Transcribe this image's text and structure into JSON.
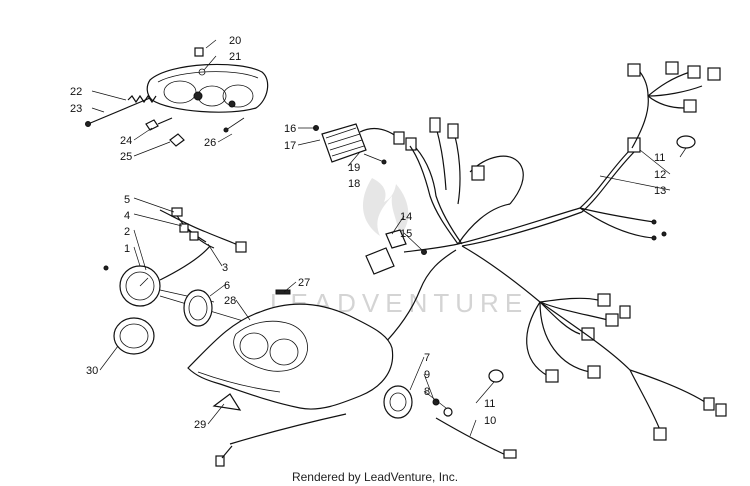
{
  "watermark": "LEADVENTURE",
  "footer": "Rendered by LeadVenture, Inc.",
  "callouts": [
    {
      "id": "1",
      "text": "1"
    },
    {
      "id": "2",
      "text": "2"
    },
    {
      "id": "3",
      "text": "3"
    },
    {
      "id": "4",
      "text": "4"
    },
    {
      "id": "5",
      "text": "5"
    },
    {
      "id": "6",
      "text": "6"
    },
    {
      "id": "7",
      "text": "7"
    },
    {
      "id": "8",
      "text": "8"
    },
    {
      "id": "9",
      "text": "9"
    },
    {
      "id": "10",
      "text": "10"
    },
    {
      "id": "11a",
      "text": "11"
    },
    {
      "id": "11b",
      "text": "11"
    },
    {
      "id": "12",
      "text": "12"
    },
    {
      "id": "13",
      "text": "13"
    },
    {
      "id": "14",
      "text": "14"
    },
    {
      "id": "15",
      "text": "15"
    },
    {
      "id": "16",
      "text": "16"
    },
    {
      "id": "17",
      "text": "17"
    },
    {
      "id": "18",
      "text": "18"
    },
    {
      "id": "19",
      "text": "19"
    },
    {
      "id": "20",
      "text": "20"
    },
    {
      "id": "21",
      "text": "21"
    },
    {
      "id": "22",
      "text": "22"
    },
    {
      "id": "23",
      "text": "23"
    },
    {
      "id": "24",
      "text": "24"
    },
    {
      "id": "25",
      "text": "25"
    },
    {
      "id": "26",
      "text": "26"
    },
    {
      "id": "27",
      "text": "27"
    },
    {
      "id": "28",
      "text": "28"
    },
    {
      "id": "29",
      "text": "29"
    },
    {
      "id": "30",
      "text": "30"
    }
  ]
}
